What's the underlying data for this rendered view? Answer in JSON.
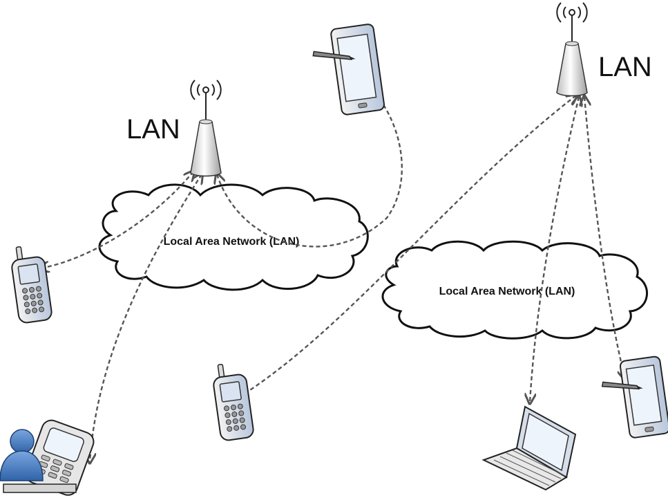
{
  "diagram": {
    "access_points": [
      {
        "id": "ap-left",
        "label": "LAN"
      },
      {
        "id": "ap-right",
        "label": "LAN"
      }
    ],
    "clouds": [
      {
        "id": "cloud-left",
        "label": "Local Area Network (LAN)"
      },
      {
        "id": "cloud-right",
        "label": "Local Area Network (LAN)"
      }
    ],
    "devices": [
      {
        "id": "tablet-top",
        "icon": "tablet-icon"
      },
      {
        "id": "phone-left",
        "icon": "cellphone-icon"
      },
      {
        "id": "user-device",
        "icon": "user-with-device-icon"
      },
      {
        "id": "phone-center",
        "icon": "cellphone-icon"
      },
      {
        "id": "laptop",
        "icon": "laptop-icon"
      },
      {
        "id": "tablet-bottom-right",
        "icon": "tablet-icon"
      }
    ],
    "colors": {
      "device_body": "#c9d6ea",
      "device_screen": "#e8f0fa",
      "user_blue": "#4a7fc4",
      "link": "#555555"
    }
  }
}
